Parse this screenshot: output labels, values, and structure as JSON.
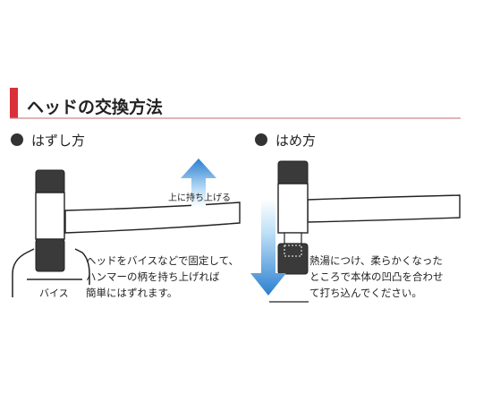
{
  "header": {
    "title": "ヘッドの交換方法",
    "accent_color": "#d9303a",
    "rule_color": "#c98a8a"
  },
  "removal": {
    "heading": "はずし方",
    "arrow_label": "上に持ち上げる",
    "vise_label": "バイス",
    "instructions": [
      "ヘッドをバイスなどで固定して、",
      "ハンマーの柄を持ち上げれば",
      "簡単にはずれます。"
    ]
  },
  "fitting": {
    "heading": "はめ方",
    "instructions": [
      "熱湯につけ、柔らかくなった",
      "ところで本体の凹凸を合わせ",
      "て打ち込んでください。"
    ]
  },
  "colors": {
    "arrow_blue": "#2a7fd0",
    "arrow_light": "#bfe0f7",
    "head_cap": "#3a3a3a",
    "bullet": "#333333"
  }
}
